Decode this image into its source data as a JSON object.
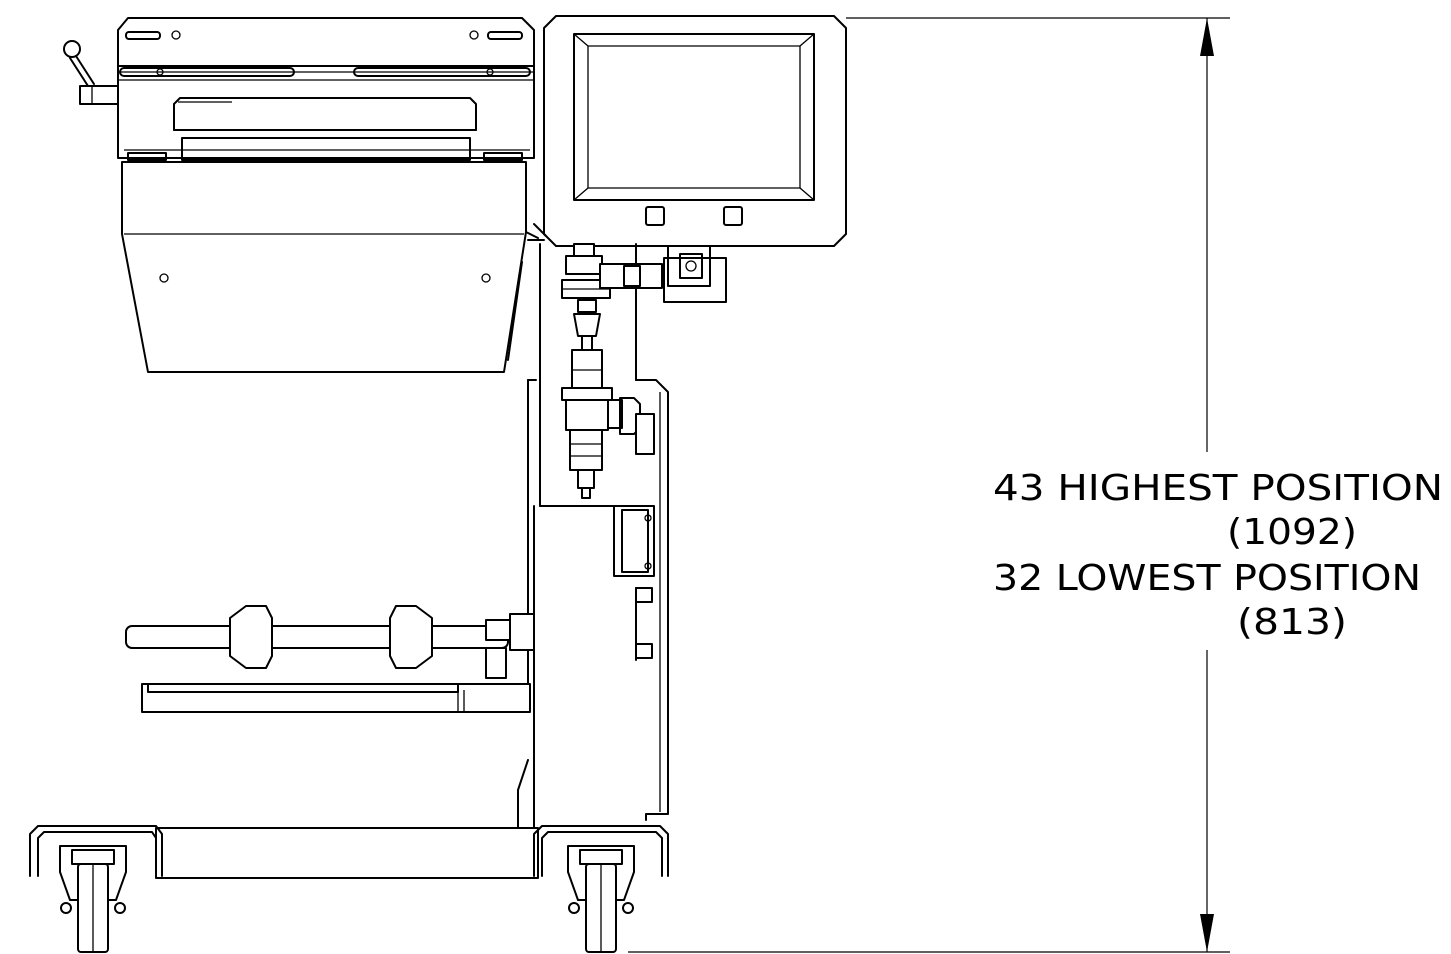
{
  "dimension": {
    "highest_line": "43 HIGHEST POSITION",
    "highest_metric": "(1092)",
    "lowest_line": "32 LOWEST POSITION",
    "lowest_metric": "(813)"
  }
}
